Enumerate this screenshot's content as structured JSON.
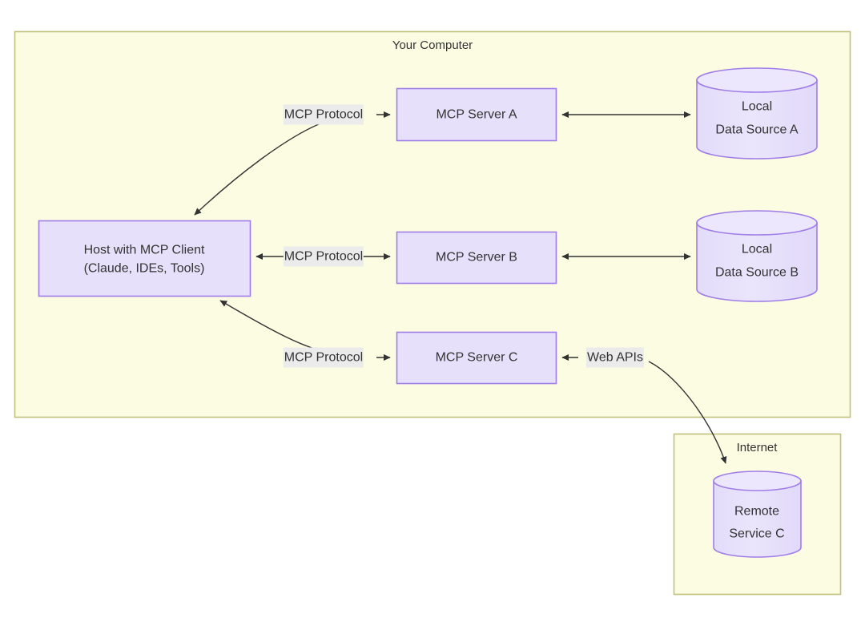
{
  "diagram": {
    "title_visible": false,
    "colors": {
      "group_fill": "#fcfce3",
      "group_stroke": "#c2c27a",
      "node_fill": "#e7e0fb",
      "node_stroke": "#9f7de8",
      "cylinder_fill": "#e7e0fb",
      "cylinder_stroke": "#9f7de8",
      "edge_stroke": "#333333",
      "edge_label_bg": "#ebebeb",
      "text": "#333333"
    },
    "groups": [
      {
        "id": "your-computer",
        "label": "Your Computer"
      },
      {
        "id": "internet",
        "label": "Internet"
      }
    ],
    "nodes": [
      {
        "id": "host",
        "label": "Host with MCP Client\n(Claude, IDEs, Tools)",
        "shape": "rect"
      },
      {
        "id": "server-a",
        "label": "MCP Server A",
        "shape": "rect"
      },
      {
        "id": "server-b",
        "label": "MCP Server B",
        "shape": "rect"
      },
      {
        "id": "server-c",
        "label": "MCP Server C",
        "shape": "rect"
      },
      {
        "id": "data-source-a",
        "label": "Local\nData Source A",
        "shape": "cylinder"
      },
      {
        "id": "data-source-b",
        "label": "Local\nData Source B",
        "shape": "cylinder"
      },
      {
        "id": "remote-service-c",
        "label": "Remote\nService C",
        "shape": "cylinder"
      }
    ],
    "edges": [
      {
        "id": "edge-host-server-a",
        "label": "MCP Protocol",
        "from": "server-a",
        "to": "host",
        "style": "curved",
        "arrows": "single"
      },
      {
        "id": "edge-host-server-b",
        "label": "MCP Protocol",
        "from": "host",
        "to": "server-b",
        "style": "straight",
        "arrows": "double"
      },
      {
        "id": "edge-host-server-c",
        "label": "MCP Protocol",
        "from": "server-c",
        "to": "host",
        "style": "curved",
        "arrows": "single"
      },
      {
        "id": "edge-server-a-data-a",
        "label": "",
        "from": "server-a",
        "to": "data-source-a",
        "style": "straight",
        "arrows": "double"
      },
      {
        "id": "edge-server-b-data-b",
        "label": "",
        "from": "server-b",
        "to": "data-source-b",
        "style": "straight",
        "arrows": "double"
      },
      {
        "id": "edge-server-c-remote-c",
        "label": "Web APIs",
        "from": "remote-service-c",
        "to": "server-c",
        "style": "curved",
        "arrows": "double-split"
      }
    ],
    "labels": {
      "your_computer": "Your Computer",
      "internet": "Internet",
      "host": "Host with MCP Client",
      "host_line2": "(Claude, IDEs, Tools)",
      "server_a": "MCP Server A",
      "server_b": "MCP Server B",
      "server_c": "MCP Server C",
      "data_source_a_line1": "Local",
      "data_source_a_line2": "Data Source A",
      "data_source_b_line1": "Local",
      "data_source_b_line2": "Data Source B",
      "remote_service_line1": "Remote",
      "remote_service_line2": "Service C",
      "mcp_protocol_a": "MCP Protocol",
      "mcp_protocol_b": "MCP Protocol",
      "mcp_protocol_c": "MCP Protocol",
      "web_apis": "Web APIs"
    }
  }
}
